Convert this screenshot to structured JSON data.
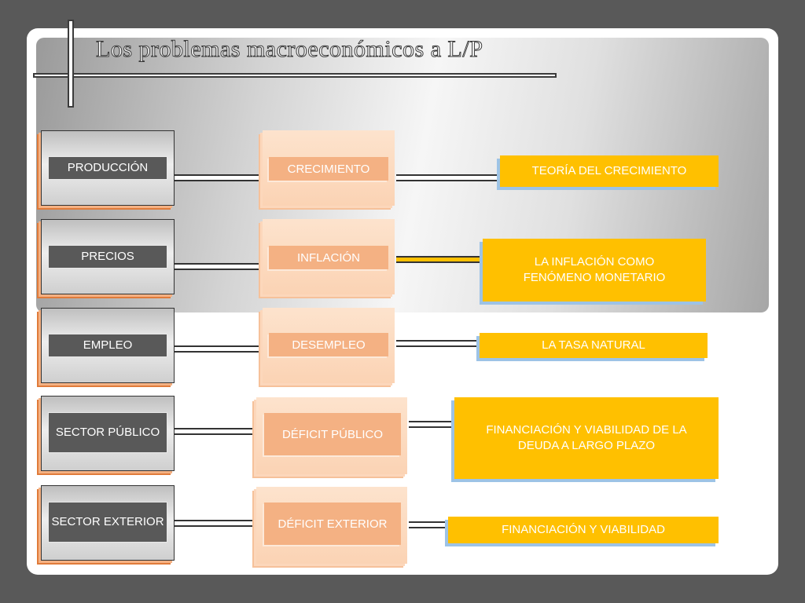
{
  "title": "Los problemas macroeconómicos a L/P",
  "rows": [
    {
      "left": "PRODUCCIÓN",
      "middle": "CRECIMIENTO",
      "right": "TEORÍA DEL CRECIMIENTO"
    },
    {
      "left": "PRECIOS",
      "middle": "INFLACIÓN",
      "right": "LA INFLACIÓN COMO FENÓMENO MONETARIO"
    },
    {
      "left": "EMPLEO",
      "middle": "DESEMPLEO",
      "right": "LA TASA NATURAL"
    },
    {
      "left": "SECTOR PÚBLICO",
      "middle": "DÉFICIT PÚBLICO",
      "right": "FINANCIACIÓN Y VIABILIDAD DE LA DEUDA A LARGO PLAZO"
    },
    {
      "left": "SECTOR EXTERIOR",
      "middle": "DÉFICIT EXTERIOR",
      "right": "FINANCIACIÓN Y VIABILIDAD"
    }
  ],
  "colors": {
    "background": "#595959",
    "left_label_bg": "#595959",
    "middle_box": "#f4b183",
    "right_box": "#ffc000",
    "right_shadow": "#9dc3e6"
  }
}
